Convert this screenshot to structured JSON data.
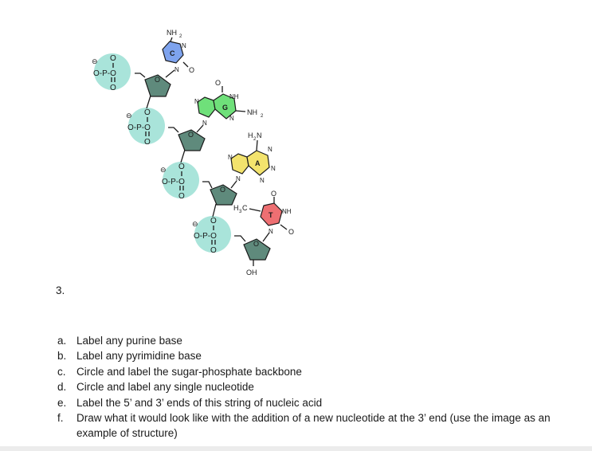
{
  "question_number": "3.",
  "questions": [
    {
      "label": "a.",
      "text": "Label any purine base"
    },
    {
      "label": "b.",
      "text": "Label any pyrimidine base"
    },
    {
      "label": "c.",
      "text": "Circle and label the sugar-phosphate backbone"
    },
    {
      "label": "d.",
      "text": "Circle and label any single nucleotide"
    },
    {
      "label": "e.",
      "text": "Label the 5’ and 3’ ends of this string of nucleic acid"
    },
    {
      "label": "f.",
      "text": "Draw what it would look like with the addition of a new nucleotide at the 3’ end (use the image as an example of structure)"
    }
  ],
  "diagram": {
    "bases": {
      "c": "C",
      "g": "G",
      "a": "A",
      "t": "T"
    },
    "phosphate": {
      "charge": "⊖",
      "o": "O",
      "p": "P",
      "o_minus": "O",
      "o_dash": "O-P-O",
      "dbl_o": "O"
    },
    "atoms": {
      "n": "N",
      "nh": "NH",
      "o": "O",
      "oh": "OH",
      "nh2": "NH",
      "nh2_sub": "2",
      "h2n_h": "H",
      "h2n_sub": "2",
      "h2n_n": "N",
      "h3c_h": "H",
      "h3c_sub": "3",
      "h3c_c": "C"
    },
    "colors": {
      "cytosine": "#7ea3ee",
      "guanine": "#6fe07a",
      "adenine": "#f3e36d",
      "thymine": "#ee6f72",
      "phosphate": "#a9e4da",
      "sugar": "#5f8a7c"
    }
  }
}
